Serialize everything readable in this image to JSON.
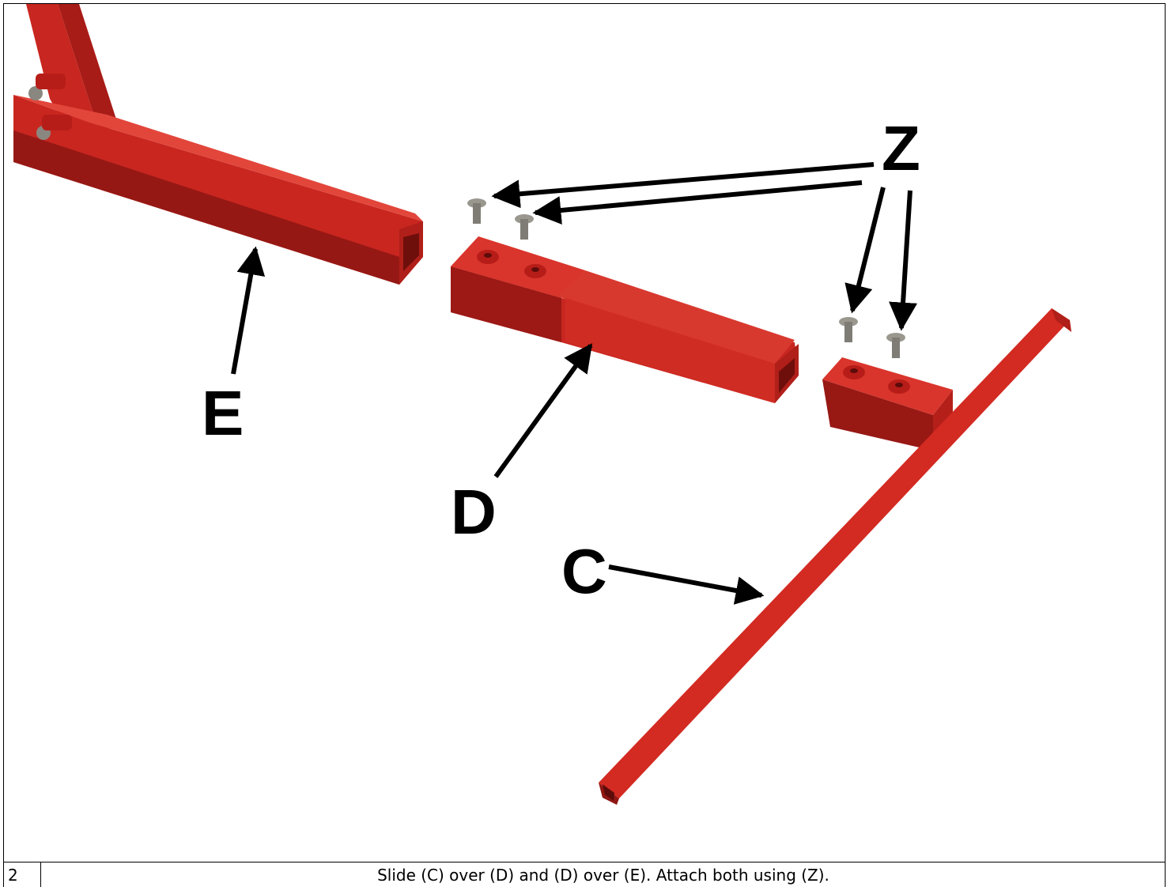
{
  "step": {
    "number": "2",
    "instruction": "Slide (C) over (D) and (D) over (E).  Attach both using (Z)."
  },
  "callouts": {
    "z": "Z",
    "e": "E",
    "d": "D",
    "c": "C"
  },
  "colors": {
    "tube": "#d42a22",
    "tube_dark": "#8f1714",
    "bolt": "#8a8780",
    "ink": "#000000"
  }
}
